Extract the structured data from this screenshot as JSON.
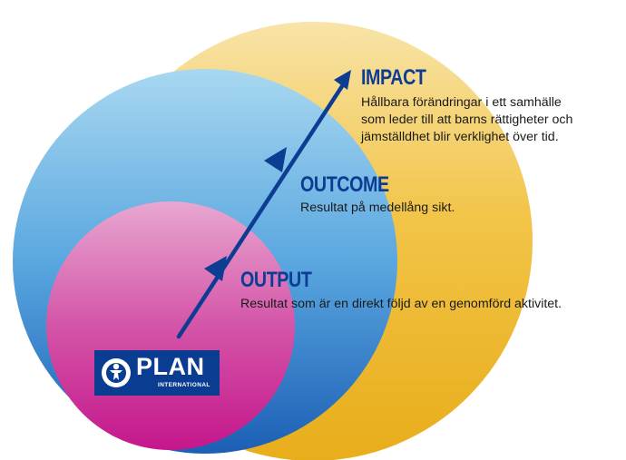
{
  "colors": {
    "impact_circle": "#f0b92a",
    "outcome_circle": "#3f8fd6",
    "output_circle": "#d63f9c",
    "arrow": "#0d3d93",
    "heading": "#0d3d93",
    "text": "#1a1a1a",
    "logo_background": "#0a3d91"
  },
  "levels": [
    {
      "heading": "IMPACT",
      "description_lines": [
        "Hållbara förändringar i ett samhälle",
        "som leder till att barns rättigheter och",
        "jämställdhet blir verklighet över tid."
      ]
    },
    {
      "heading": "OUTCOME",
      "description_lines": [
        "Resultat på medellång sikt."
      ]
    },
    {
      "heading": "OUTPUT",
      "description_lines": [
        "Resultat som är en direkt följd av en genomförd aktivitet."
      ]
    }
  ],
  "logo": {
    "name": "PLAN",
    "subtitle": "INTERNATIONAL",
    "icon": "plan-globe-child-icon"
  }
}
